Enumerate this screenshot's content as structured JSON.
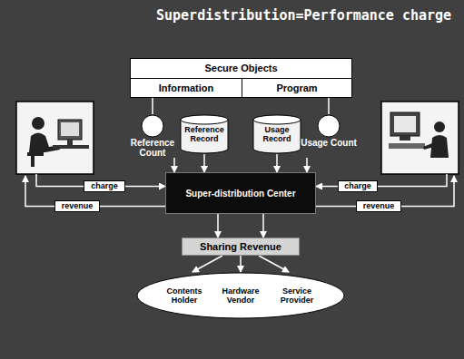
{
  "diagram": {
    "title": "Superdistribution=Performance charge",
    "nodes": [
      {
        "text": [
          "Secure Objects"
        ]
      },
      {
        "text": [
          "Information"
        ],
        "in": 0
      },
      {
        "text": [
          "Program"
        ],
        "in": 0
      },
      {
        "text": [
          "Reference Count"
        ]
      },
      {
        "text": [
          "Reference Record"
        ]
      },
      {
        "text": [
          "Usage Record"
        ]
      },
      {
        "text": [
          "Usage Count"
        ]
      },
      {
        "text": [
          "Super-distribution Center"
        ]
      },
      {
        "text": [
          "charge"
        ]
      },
      {
        "text": [
          "revenue"
        ]
      },
      {
        "text": [
          "charge"
        ]
      },
      {
        "text": [
          "revenue"
        ]
      },
      {
        "text": [
          "Sharing Revenue"
        ]
      },
      {
        "text": [
          "Contents Holder",
          "Hardware Vendor",
          "Service Provider"
        ]
      }
    ],
    "edges": [
      {
        "from": 1,
        "to": 3,
        "arrow": "none"
      },
      {
        "from": 3,
        "to": 7,
        "arrow": "to"
      },
      {
        "from": 4,
        "to": 7,
        "arrow": "to"
      },
      {
        "from": 2,
        "to": 6,
        "arrow": "none"
      },
      {
        "from": 6,
        "to": 7,
        "arrow": "to"
      },
      {
        "from": 5,
        "to": 7,
        "arrow": "to"
      },
      {
        "from": 7,
        "to": 12,
        "arrow": "to"
      },
      {
        "from": 12,
        "to": 13,
        "arrow": "to"
      },
      {
        "from": 8,
        "to": 7,
        "arrow": "to"
      },
      {
        "from": 7,
        "to": 9,
        "arrow": "none"
      },
      {
        "from": 10,
        "to": 7,
        "arrow": "to"
      },
      {
        "from": 7,
        "to": 11,
        "arrow": "none"
      }
    ]
  }
}
